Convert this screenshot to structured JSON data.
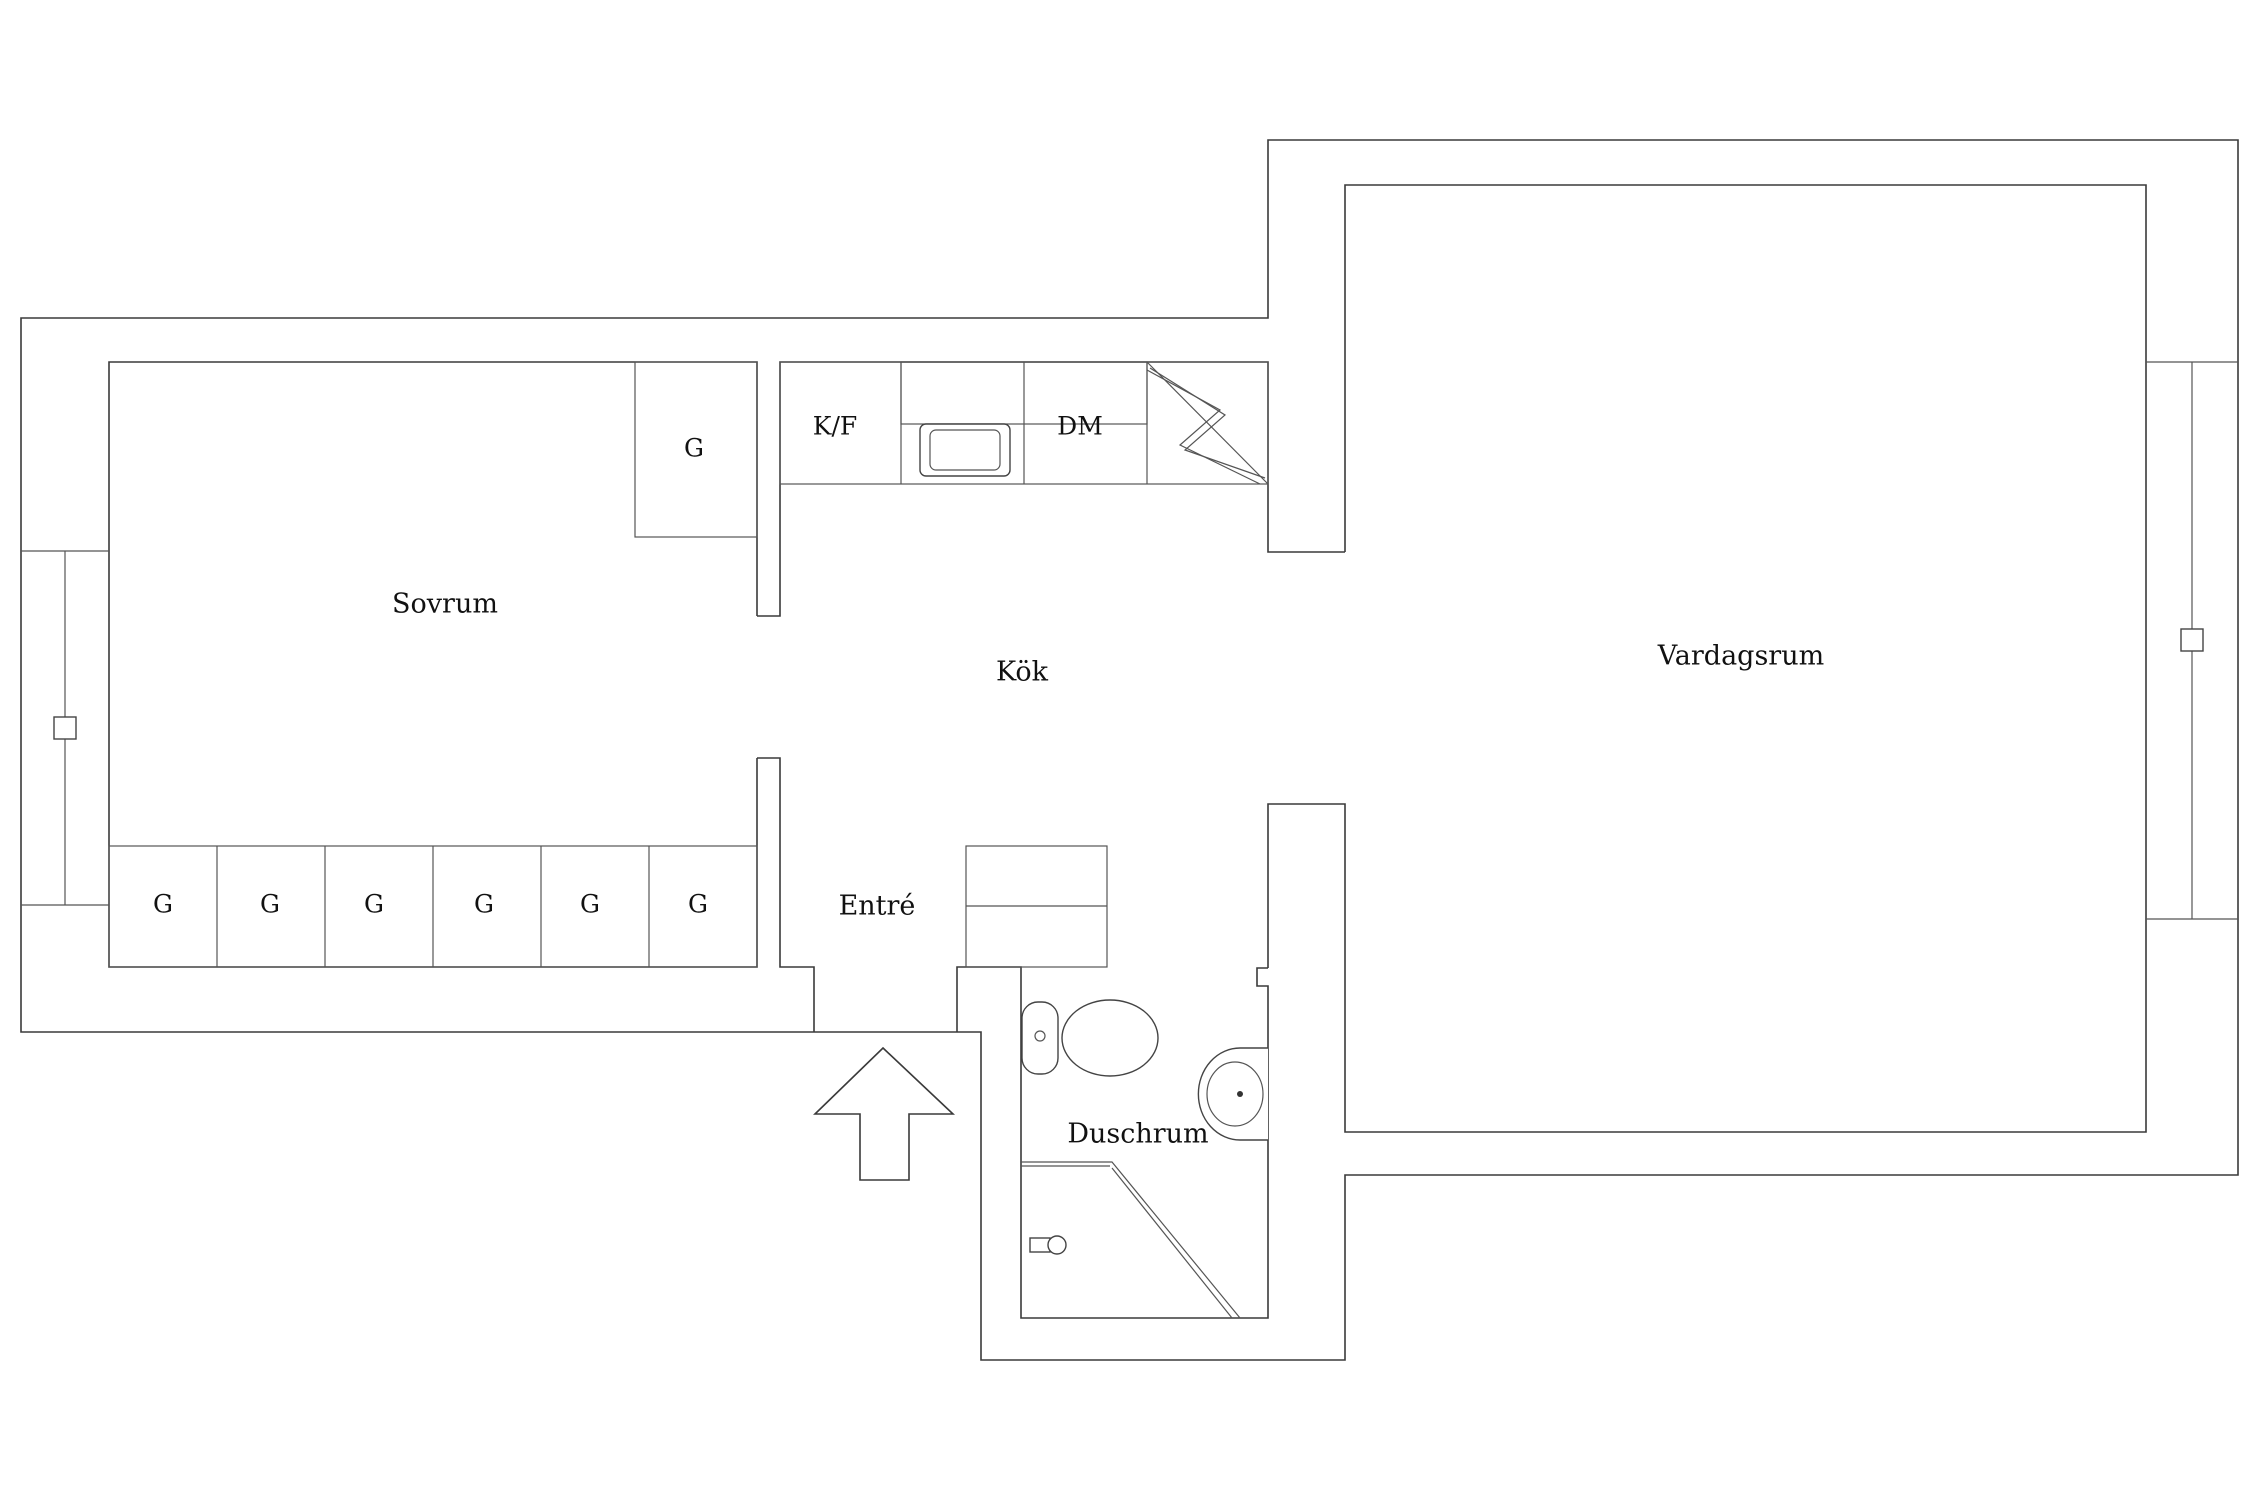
{
  "rooms": {
    "sovrum": "Sovrum",
    "kok": "Kök",
    "vardagsrum": "Vardagsrum",
    "entre": "Entré",
    "duschrum": "Duschrum"
  },
  "fixtures": {
    "kf": "K/F",
    "dm": "DM",
    "wardrobe": "G"
  }
}
